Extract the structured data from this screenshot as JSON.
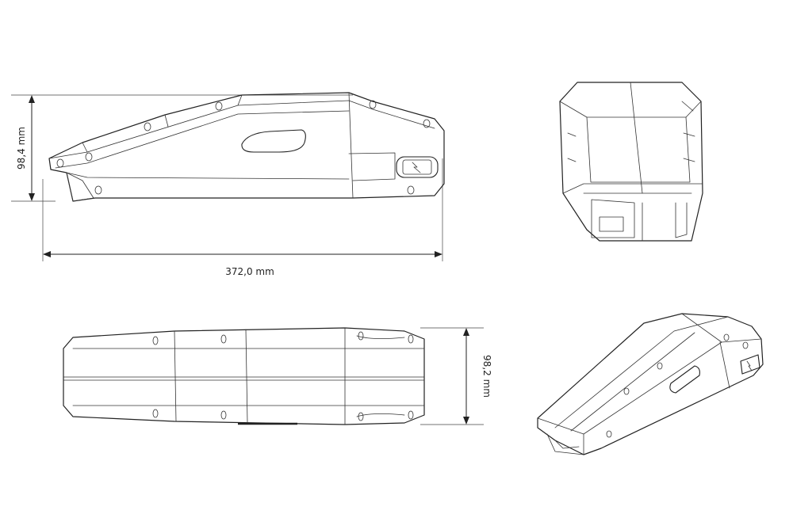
{
  "dimensions": {
    "height_side": "98,4 mm",
    "length": "372,0 mm",
    "width_top": "98,2 mm"
  },
  "colors": {
    "line": "#222222",
    "background": "#ffffff"
  }
}
